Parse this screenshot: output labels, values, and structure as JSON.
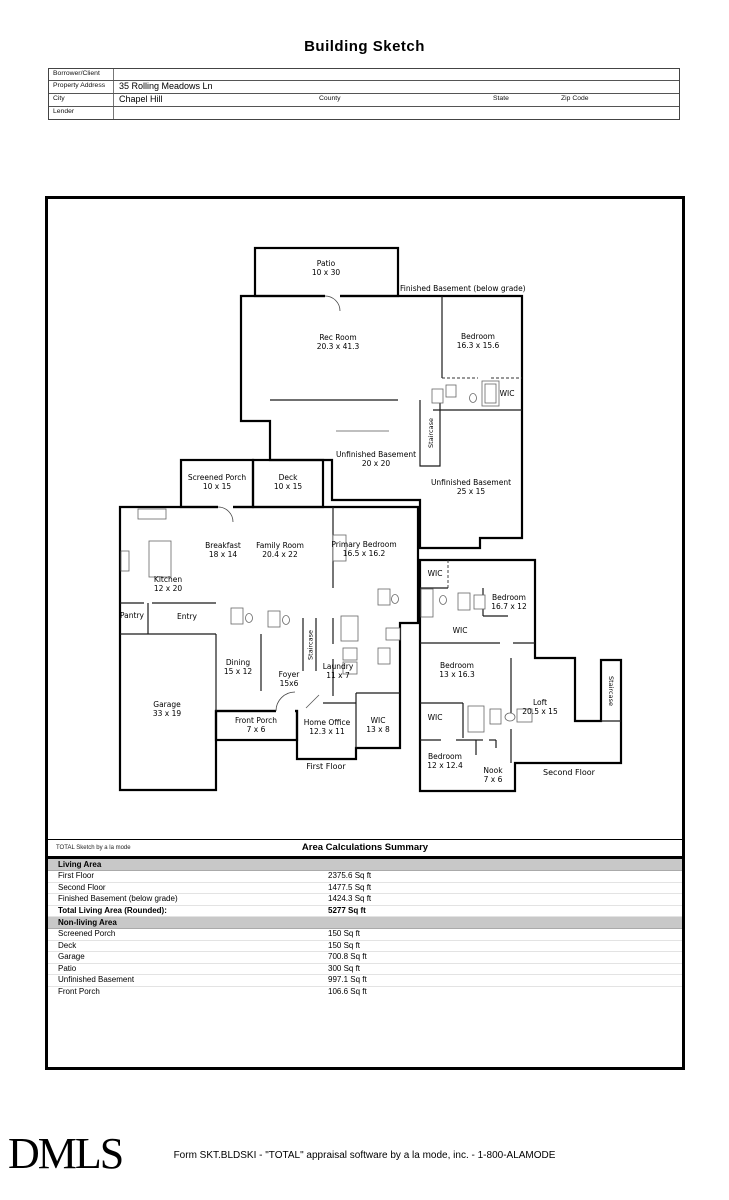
{
  "page": {
    "title": "Building Sketch",
    "footer_logo": "DMLS",
    "footer_line": "Form SKT.BLDSKI - \"TOTAL\" appraisal software by a la mode, inc. - 1-800-ALAMODE"
  },
  "colors": {
    "wall": "#1a1a1a",
    "section_bar": "#c8c8c8"
  },
  "form": {
    "borrower_label": "Borrower/Client",
    "borrower_value": "",
    "address_label": "Property Address",
    "address_value": "35 Rolling Meadows Ln",
    "city_label": "City",
    "city_value": "Chapel Hill",
    "county_label": "County",
    "state_label": "State",
    "zip_label": "Zip Code",
    "lender_label": "Lender",
    "lender_value": ""
  },
  "sketch": {
    "basement": {
      "floor_label": "Finished Basement (below grade)",
      "patio": {
        "name": "Patio",
        "dim": "10 x 30"
      },
      "rec_room": {
        "name": "Rec Room",
        "dim": "20.3 x 41.3"
      },
      "bedroom": {
        "name": "Bedroom",
        "dim": "16.3 x 15.6"
      },
      "wic": {
        "name": "WIC"
      },
      "staircase": {
        "name": "Staircase"
      },
      "unfinished_20": {
        "name": "Unfinished Basement",
        "dim": "20 x 20"
      },
      "unfinished_25": {
        "name": "Unfinished Basement",
        "dim": "25 x 15"
      }
    },
    "first_floor": {
      "floor_label": "First Floor",
      "screened_porch": {
        "name": "Screened Porch",
        "dim": "10 x 15"
      },
      "deck": {
        "name": "Deck",
        "dim": "10 x 15"
      },
      "breakfast": {
        "name": "Breakfast",
        "dim": "18 x 14"
      },
      "family_room": {
        "name": "Family Room",
        "dim": "20.4 x 22"
      },
      "primary_bedroom": {
        "name": "Primary Bedroom",
        "dim": "16.5 x 16.2"
      },
      "kitchen": {
        "name": "Kitchen",
        "dim": "12 x 20"
      },
      "pantry": {
        "name": "Pantry"
      },
      "entry": {
        "name": "Entry"
      },
      "dining": {
        "name": "Dining",
        "dim": "15 x 12"
      },
      "foyer": {
        "name": "Foyer",
        "dim": "15x6"
      },
      "laundry": {
        "name": "Laundry",
        "dim": "11 x 7"
      },
      "staircase": {
        "name": "Staircase"
      },
      "garage": {
        "name": "Garage",
        "dim": "33 x 19"
      },
      "front_porch": {
        "name": "Front Porch",
        "dim": "7 x 6"
      },
      "home_office": {
        "name": "Home Office",
        "dim": "12.3 x 11"
      },
      "wic": {
        "name": "WIC",
        "dim": "13 x 8"
      }
    },
    "second_floor": {
      "floor_label": "Second Floor",
      "wic_top": {
        "name": "WIC"
      },
      "bedroom_167": {
        "name": "Bedroom",
        "dim": "16.7 x 12"
      },
      "wic_mid": {
        "name": "WIC"
      },
      "bedroom_13": {
        "name": "Bedroom",
        "dim": "13 x 16.3"
      },
      "loft": {
        "name": "Loft",
        "dim": "20.5 x 15"
      },
      "staircase": {
        "name": "Staircase"
      },
      "wic_left": {
        "name": "WIC"
      },
      "bedroom_12": {
        "name": "Bedroom",
        "dim": "12 x 12.4"
      },
      "nook": {
        "name": "Nook",
        "dim": "7 x 6"
      }
    }
  },
  "summary": {
    "brand": "TOTAL Sketch by a la mode",
    "title": "Area Calculations Summary",
    "sections": [
      {
        "header": "Living Area",
        "rows": [
          {
            "label": "First Floor",
            "value": "2375.6 Sq ft"
          },
          {
            "label": "Second Floor",
            "value": "1477.5 Sq ft"
          },
          {
            "label": "Finished Basement (below grade)",
            "value": "1424.3 Sq ft"
          },
          {
            "label": "Total Living Area (Rounded):",
            "value": "5277 Sq ft"
          }
        ]
      },
      {
        "header": "Non-living Area",
        "rows": [
          {
            "label": "Screened Porch",
            "value": "150 Sq ft"
          },
          {
            "label": "Deck",
            "value": "150 Sq ft"
          },
          {
            "label": "Garage",
            "value": "700.8 Sq ft"
          },
          {
            "label": "Patio",
            "value": "300 Sq ft"
          },
          {
            "label": "Unfinished Basement",
            "value": "997.1 Sq ft"
          },
          {
            "label": "Front Porch",
            "value": "106.6 Sq ft"
          }
        ]
      }
    ]
  }
}
